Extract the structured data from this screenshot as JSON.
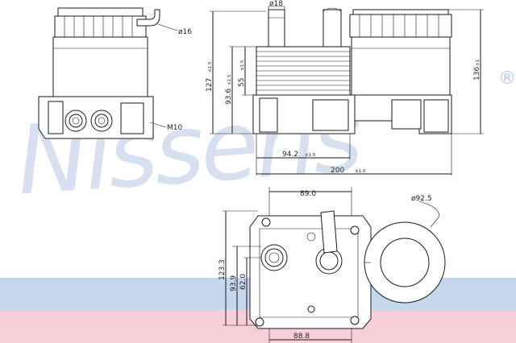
{
  "watermark": {
    "text": "Nissens",
    "registered_mark": "®",
    "color": "#b7c8e6"
  },
  "bands": {
    "blue": "#c5d7ec",
    "pink": "#f7cfd9"
  },
  "labels": {
    "d_outlet": "ø16",
    "thread": "M10",
    "d_pipe": "ø18",
    "h_total_left": "127",
    "h_total_left_tol": "±1.5",
    "h_core": "93.6",
    "h_core_tol": "±1.5",
    "h_stack": "55",
    "h_stack_tol": "±1.5",
    "h_right": "136",
    "h_right_tol": "±1",
    "w_block": "94.2",
    "w_block_tol": "±1.5",
    "w_total": "200",
    "w_total_tol": "±1.0",
    "w_top": "89.0",
    "d_filter": "ø92.5",
    "h_left_a": "123.3",
    "h_left_b": "93.9",
    "h_left_c": "62.0",
    "w_bottom": "88.8"
  }
}
